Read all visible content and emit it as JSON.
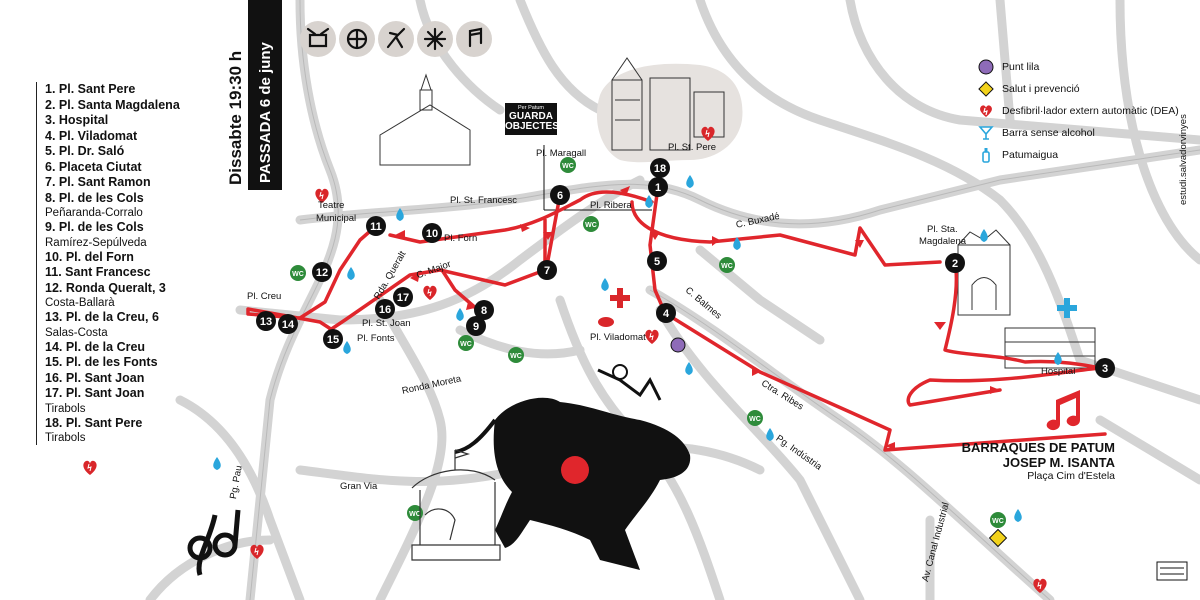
{
  "event": {
    "date_line": "Dissabte 19:30 h",
    "passada_line": "PASSADA 6 de juny"
  },
  "activity_icons": [
    "drum-icon",
    "giant-dance-icon",
    "dancer-icon",
    "firework-icon",
    "music-note-icon"
  ],
  "route_stops": [
    {
      "text": "1. Pl. Sant Pere",
      "sub": ""
    },
    {
      "text": "2. Pl. Santa Magdalena",
      "sub": ""
    },
    {
      "text": "3. Hospital",
      "sub": ""
    },
    {
      "text": "4. Pl. Viladomat",
      "sub": ""
    },
    {
      "text": "5. Pl. Dr. Saló",
      "sub": ""
    },
    {
      "text": "6. Placeta Ciutat",
      "sub": ""
    },
    {
      "text": "7. Pl. Sant Ramon",
      "sub": ""
    },
    {
      "text": "8. Pl. de les Cols",
      "sub": "Peñaranda-Corralo"
    },
    {
      "text": "9. Pl. de les Cols",
      "sub": "Ramírez-Sepúlveda"
    },
    {
      "text": "10. Pl. del Forn",
      "sub": ""
    },
    {
      "text": "11. Sant Francesc",
      "sub": ""
    },
    {
      "text": "12. Ronda Queralt, 3",
      "sub": "Costa-Ballarà"
    },
    {
      "text": "13. Pl. de la Creu, 6",
      "sub": "Salas-Costa"
    },
    {
      "text": "14. Pl. de la Creu",
      "sub": ""
    },
    {
      "text": "15. Pl. de les Fonts",
      "sub": ""
    },
    {
      "text": "16. Pl. Sant Joan",
      "sub": ""
    },
    {
      "text": "17. Pl. Sant Joan",
      "sub": "Tirabols"
    },
    {
      "text": "18. Pl. Sant Pere",
      "sub": "Tirabols"
    }
  ],
  "legend": [
    {
      "label": "Punt lila",
      "icon": "purple-dot-icon",
      "color": "#8e6bb8"
    },
    {
      "label": "Salut i prevenció",
      "icon": "yellow-diamond-icon",
      "color": "#f2d21b"
    },
    {
      "label": "Desfibril·lador extern automàtic (DEA)",
      "icon": "heart-defibrillator-icon",
      "color": "#d9262a"
    },
    {
      "label": "Barra sense alcohol",
      "icon": "cocktail-glass-icon",
      "color": "#2aa6dc"
    },
    {
      "label": "Patumaigua",
      "icon": "water-bottle-icon",
      "color": "#2aa6dc"
    }
  ],
  "guarda_objectes": {
    "small": "Per Patum",
    "big": "GUARDA OBJECTES"
  },
  "places": {
    "pl_maragall": "Pl. Maragall",
    "pl_st_pere": "Pl. St. Pere",
    "teatre": "Teatre",
    "municipal": "Municipal",
    "pl_st_francesc": "Pl. St. Francesc",
    "pl_ribera": "Pl. Ribera",
    "pl_forn": "Pl. Forn",
    "rda_queralt": "Rda. Queralt",
    "c_major": "C. Major",
    "pl_creu": "Pl. Creu",
    "pl_st_joan": "Pl. St. Joan",
    "pl_fonts": "Pl. Fonts",
    "c_buxade": "C. Buxadé",
    "pl_sta_magdalena_1": "Pl. Sta.",
    "pl_sta_magdalena_2": "Magdalena",
    "c_balmes": "C. Balmes",
    "pl_viladomat": "Pl. Viladomat",
    "ronda_moreta": "Ronda Moreta",
    "hospital": "Hospital",
    "ctra_ribes": "Ctra. Ribes",
    "pg_industria": "Pg. Indústria",
    "gran_via": "Gran Via",
    "pg_pau": "Pg. Pau",
    "av_canal_industrial": "Av. Canal Industrial"
  },
  "barraques": {
    "line1": "BARRAQUES DE PATUM",
    "line2": "JOSEP M. ISANTA",
    "line3": "Plaça Cim d'Estela"
  },
  "wc_label": "WC",
  "credit": "estudi.salvadorvinyes",
  "map_stop_numbers": [
    "1",
    "2",
    "3",
    "4",
    "5",
    "6",
    "7",
    "8",
    "9",
    "10",
    "11",
    "12",
    "13",
    "14",
    "15",
    "16",
    "17",
    "18"
  ],
  "colors": {
    "route": "#e0262c",
    "stop": "#111111",
    "wc": "#2e8b3a",
    "water": "#2aa6dc",
    "street": "#d0d0d0"
  }
}
